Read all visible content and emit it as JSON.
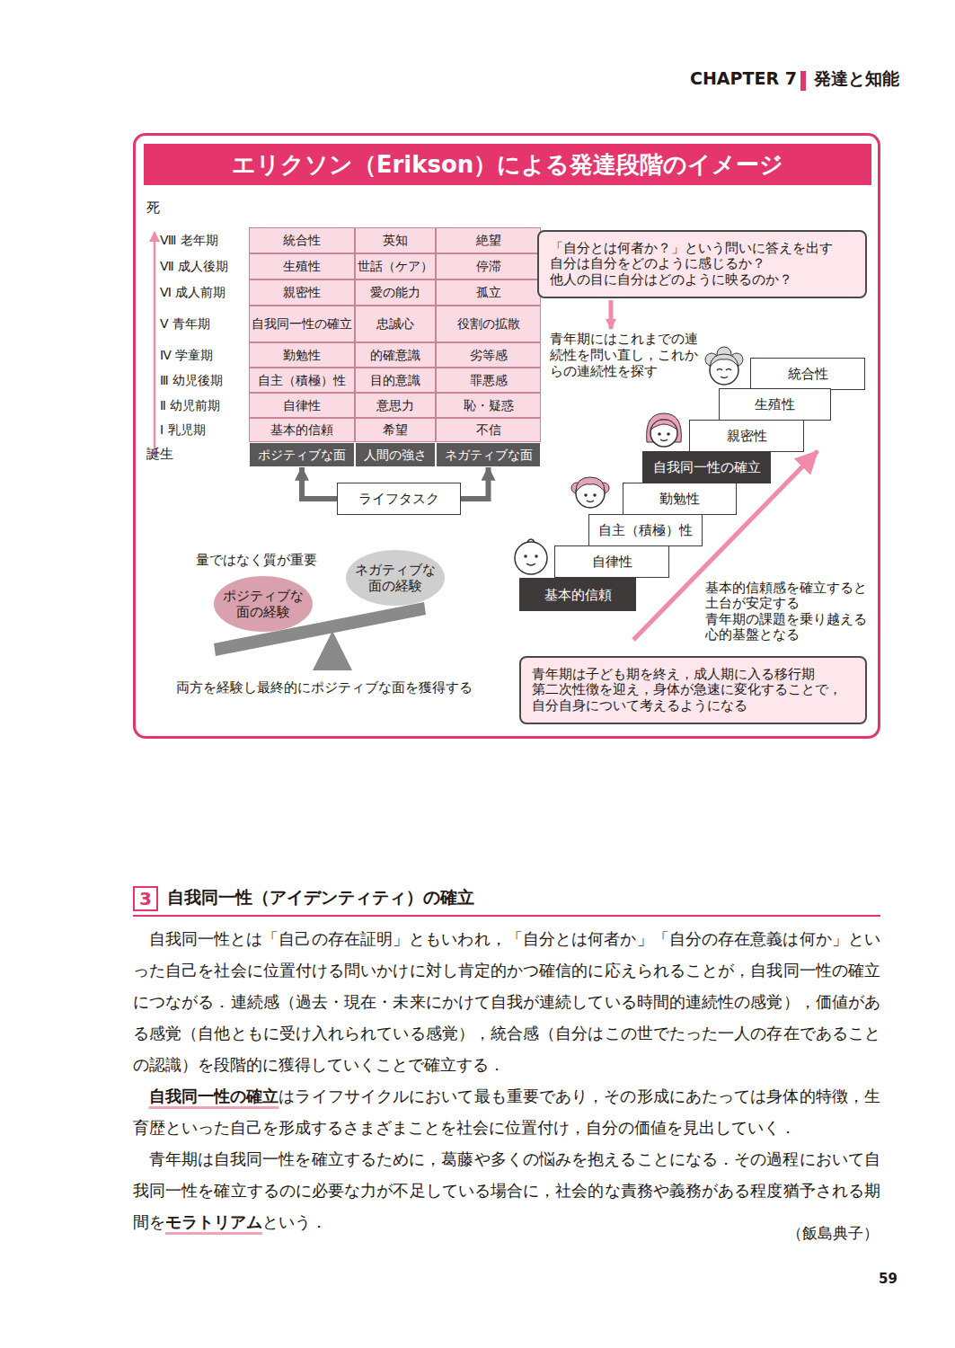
{
  "diagram": {
    "title": "エリクソン（Erikson）による発達段階のイメージ",
    "nodes": [
      {
        "text": [
          "ポジティブな面"
        ]
      },
      {
        "text": [
          "人間の強さ"
        ]
      },
      {
        "text": [
          "ネガティブな面"
        ]
      },
      {
        "text": [
          "ライフタスク"
        ]
      },
      {
        "text": [
          "ポジティブな面の経験"
        ]
      },
      {
        "text": [
          "ネガティブな面の経験"
        ]
      },
      {
        "text": [
          "「自分とは何者か？」という問いに答えを出す 自分は自分をどのように感じるか？ 他人の目に自分はどのように映るのか？"
        ]
      },
      {
        "text": [
          "統合性"
        ]
      },
      {
        "text": [
          "生殖性"
        ]
      },
      {
        "text": [
          "親密性"
        ]
      },
      {
        "text": [
          "自我同一性の確立"
        ]
      },
      {
        "text": [
          "勤勉性"
        ]
      },
      {
        "text": [
          "自主（積極）性"
        ]
      },
      {
        "text": [
          "自律性"
        ]
      },
      {
        "text": [
          "基本的信頼"
        ]
      },
      {
        "text": [
          "青年期は子ども期を終え，成人期に入る移行期 第二次性徴を迎え，身体が急速に変化することで， 自分自身について考えるようになる"
        ]
      }
    ],
    "edges": [
      {
        "from": 3,
        "to": 0,
        "arrow": "to"
      },
      {
        "from": 3,
        "to": 2,
        "arrow": "to"
      }
    ],
    "labels": [
      "CHAPTER 7",
      "発達と知能",
      "死",
      "Ⅷ 老年期",
      "統合性",
      "英知",
      "絶望",
      "Ⅶ 成人後期",
      "生殖性",
      "世話（ケア）",
      "停滞",
      "Ⅵ 成人前期",
      "親密性",
      "愛の能力",
      "孤立",
      "Ⅴ 青年期",
      "自我同一性の確立",
      "忠誠心",
      "役割の拡散",
      "Ⅳ 学童期",
      "勤勉性",
      "的確意識",
      "劣等感",
      "Ⅲ 幼児後期",
      "自主（積極）性",
      "目的意識",
      "罪悪感",
      "Ⅱ 幼児前期",
      "自律性",
      "意思力",
      "恥・疑惑",
      "Ⅰ 乳児期",
      "基本的信頼",
      "希望",
      "不信",
      "誕生",
      "量ではなく質が重要",
      "両方を経験し最終的にポジティブな面を獲得する",
      "青年期にはこれまでの連続性を問い直し，これからの連続性を探す",
      "基本的信頼感を確立すると 土台が安定する 青年期の課題を乗り越える 心的基盤となる",
      "3",
      "自我同一性（アイデンティティ）の確立",
      "自我同一性とは「自己の存在証明」ともいわれ，「自分とは何者か」「自分の存在意義は何か」といった自己を社会に位置付ける問いかけに対し肯定的かつ確信的に応えられることが，自我同一性の確立につながる．連続感（過去・現在・未来にかけて自我が連続している時間的連続性の感覚），価値がある感覚（自他ともに受け入れられている感覚），統合感（自分はこの世でたった一人の存在であることの認識）を段階的に獲得していくことで確立する．",
      "自我同一性の確立",
      "はライフサイクルにおいて最も重要であり，その形成にあたっては身体的特徴，生育歴といった自己を形成するさまざまことを社会に位置付け，自分の価値を見出していく．",
      "青年期は自我同一性を確立するために，葛藤や多くの悩みを抱えることになる．その過程において自我同一性を確立するのに必要な力が不足している場合に，社会的な責務や義務がある程度猶予される期間を",
      "モラトリアム",
      "という．",
      "（飯島典子）",
      "59"
    ]
  }
}
